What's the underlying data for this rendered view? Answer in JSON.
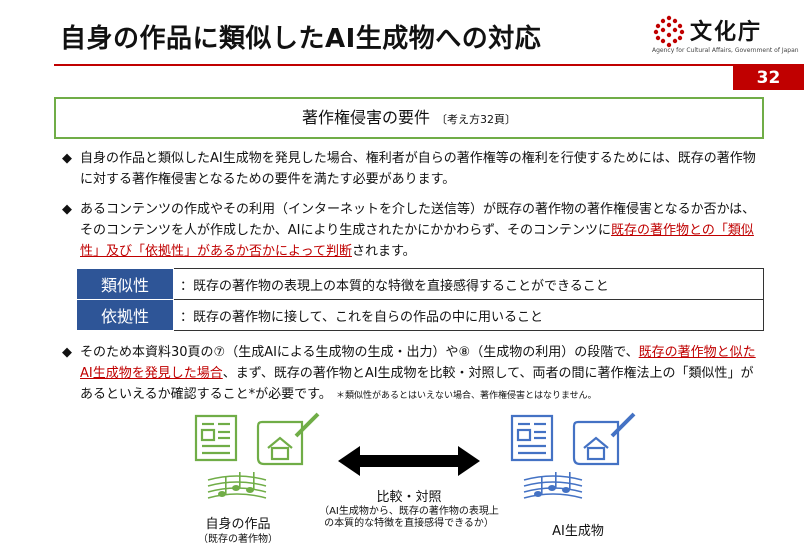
{
  "header": {
    "title": "自身の作品に類似したAI生成物への対応",
    "logo_name": "文化庁",
    "logo_subtitle": "Agency for Cultural Affairs, Government of Japan",
    "page_number": "32"
  },
  "requirement_box": {
    "title": "著作権侵害の要件",
    "ref": "〔考え方32頁〕"
  },
  "bullets": [
    {
      "mark": "◆",
      "text": "自身の作品と類似したAI生成物を発見した場合、権利者が自らの著作権等の権利を行使するためには、既存の著作物に対する著作権侵害となるための要件を満たす必要があります。"
    },
    {
      "mark": "◆",
      "pre": "あるコンテンツの作成やその利用（インターネットを介した送信等）が既存の著作物の著作権侵害となるか否かは、そのコンテンツを人が作成したか、AIにより生成されたかにかかわらず、そのコンテンツに",
      "highlight": "既存の著作物との「類似性」及び「依拠性」があるか否かによって判断",
      "post": "されます。"
    },
    {
      "mark": "◆",
      "pre": "そのため本資料30頁の⑦（生成AIによる生成物の生成・出力）や⑧（生成物の利用）の段階で、",
      "highlight": "既存の著作物と似たAI生成物を発見した場合",
      "post": "、まず、既存の著作物とAI生成物を比較・対照して、両者の間に著作権法上の「類似性」があるといえるか確認すること*が必要です。",
      "note": "＊類似性があるとはいえない場合、著作権侵害とはなりません。"
    }
  ],
  "definitions": [
    {
      "term": "類似性",
      "desc": "：既存の著作物の表現上の本質的な特徴を直接感得することができること"
    },
    {
      "term": "依拠性",
      "desc": "：既存の著作物に接して、これを自らの作品の中に用いること"
    }
  ],
  "diagram": {
    "left_label": "自身の作品",
    "left_sublabel": "（既存の著作物）",
    "center_label": "比較・対照",
    "center_note_1": "（AI生成物から、既存の著作物の表現上",
    "center_note_2": "の本質的な特徴を直接感得できるか）",
    "right_label": "AI生成物",
    "colors": {
      "left": "#70ad47",
      "right": "#4472c4",
      "arrow": "#000000"
    }
  }
}
